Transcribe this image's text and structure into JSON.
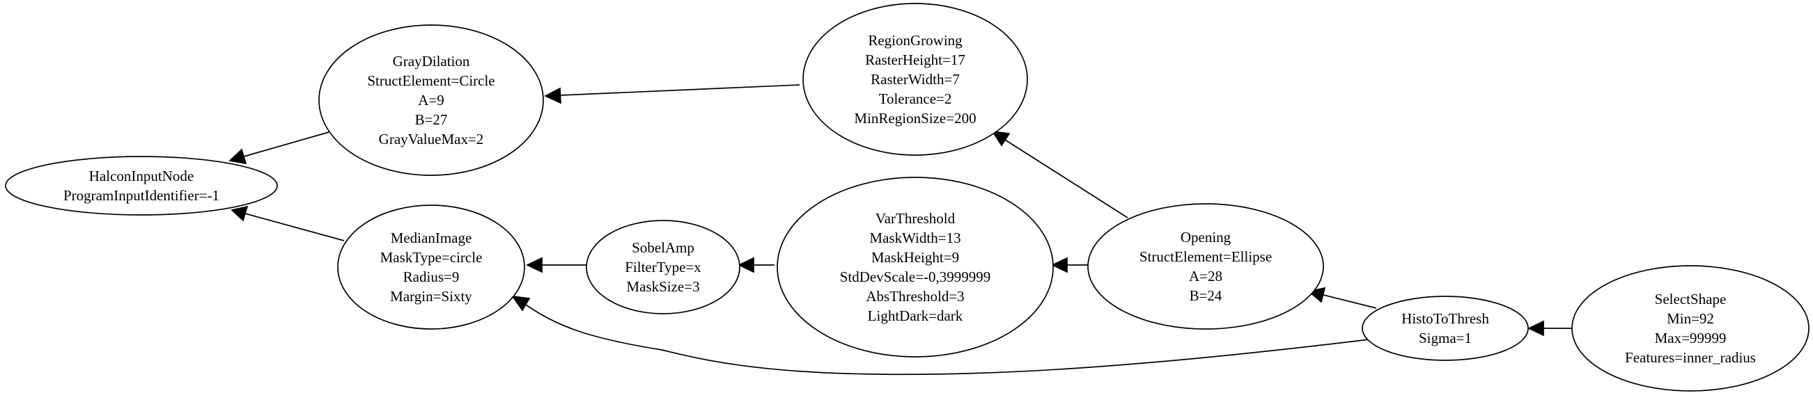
{
  "diagram": {
    "nodes": [
      {
        "id": "HalconInputNode",
        "lines": [
          "HalconInputNode",
          "ProgramInputIdentifier=-1"
        ]
      },
      {
        "id": "GrayDilation",
        "lines": [
          "GrayDilation",
          "StructElement=Circle",
          "A=9",
          "B=27",
          "GrayValueMax=2"
        ]
      },
      {
        "id": "RegionGrowing",
        "lines": [
          "RegionGrowing",
          "RasterHeight=17",
          "RasterWidth=7",
          "Tolerance=2",
          "MinRegionSize=200"
        ]
      },
      {
        "id": "MedianImage",
        "lines": [
          "MedianImage",
          "MaskType=circle",
          "Radius=9",
          "Margin=Sixty"
        ]
      },
      {
        "id": "SobelAmp",
        "lines": [
          "SobelAmp",
          "FilterType=x",
          "MaskSize=3"
        ]
      },
      {
        "id": "VarThreshold",
        "lines": [
          "VarThreshold",
          "MaskWidth=13",
          "MaskHeight=9",
          "StdDevScale=-0,3999999",
          "AbsThreshold=3",
          "LightDark=dark"
        ]
      },
      {
        "id": "Opening",
        "lines": [
          "Opening",
          "StructElement=Ellipse",
          "A=28",
          "B=24"
        ]
      },
      {
        "id": "HistoToThresh",
        "lines": [
          "HistoToThresh",
          "Sigma=1"
        ]
      },
      {
        "id": "SelectShape",
        "lines": [
          "SelectShape",
          "Min=92",
          "Max=99999",
          "Features=inner_radius"
        ]
      }
    ],
    "edges": [
      {
        "from": "GrayDilation",
        "to": "HalconInputNode"
      },
      {
        "from": "MedianImage",
        "to": "HalconInputNode"
      },
      {
        "from": "RegionGrowing",
        "to": "GrayDilation"
      },
      {
        "from": "SobelAmp",
        "to": "MedianImage"
      },
      {
        "from": "VarThreshold",
        "to": "SobelAmp"
      },
      {
        "from": "Opening",
        "to": "VarThreshold"
      },
      {
        "from": "Opening",
        "to": "RegionGrowing"
      },
      {
        "from": "HistoToThresh",
        "to": "Opening"
      },
      {
        "from": "HistoToThresh",
        "to": "MedianImage"
      },
      {
        "from": "SelectShape",
        "to": "HistoToThresh"
      }
    ]
  }
}
